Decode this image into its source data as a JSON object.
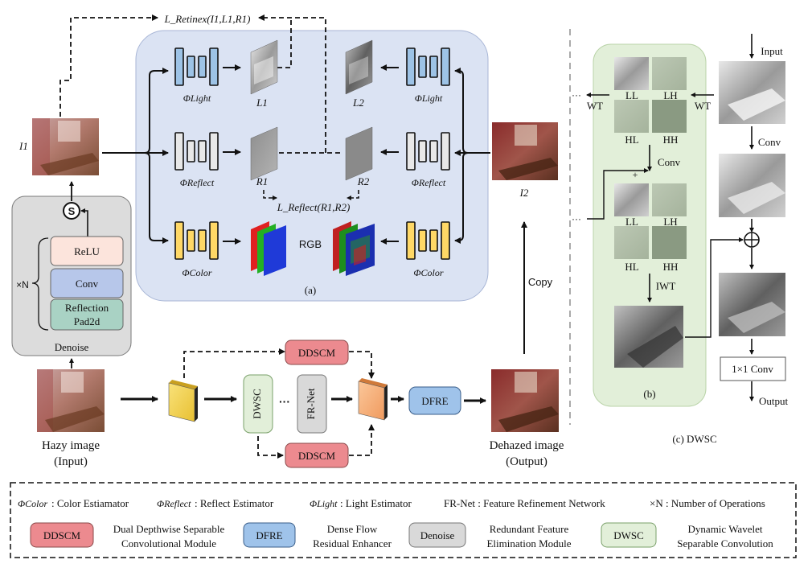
{
  "panel_a": {
    "loss_retinex": "L_Retinex(I1,L1,R1)",
    "phi_light_left": "ΦLight",
    "phi_reflect_left": "ΦReflect",
    "phi_color_left": "ΦColor",
    "phi_light_right": "ΦLight",
    "phi_reflect_right": "ΦReflect",
    "phi_color_right": "ΦColor",
    "l1": "L1",
    "l2": "L2",
    "r1": "R1",
    "r2": "R2",
    "loss_reflect": "L_Reflect(R1,R2)",
    "rgb": "RGB",
    "caption": "(a)",
    "i1": "I1",
    "i2": "I2"
  },
  "denoise": {
    "s": "S",
    "relu": "ReLU",
    "conv": "Conv",
    "reflection": "Reflection",
    "pad2d": "Pad2d",
    "xn": "×N",
    "title": "Denoise"
  },
  "pipeline": {
    "hazy1": "Hazy image",
    "hazy2": "(Input)",
    "ddscm_top": "DDSCM",
    "ddscm_bottom": "DDSCM",
    "dwsc": "DWSC",
    "dots": "···",
    "frnet": "FR-Net",
    "dfre": "DFRE",
    "dehazed1": "Dehazed image",
    "dehazed2": "(Output)",
    "copy": "Copy"
  },
  "panel_b": {
    "ll1": "LL",
    "lh1": "LH",
    "hl1": "HL",
    "hh1": "HH",
    "wt_left": "WT",
    "wt_right": "WT",
    "conv": "Conv",
    "plus": "+",
    "ll2": "LL",
    "lh2": "LH",
    "hl2": "HL",
    "hh2": "HH",
    "iwt": "IWT",
    "caption": "(b)"
  },
  "panel_c": {
    "input": "Input",
    "conv": "Conv",
    "conv1x1": "1×1 Conv",
    "output": "Output",
    "caption": "(c) DWSC"
  },
  "legend": {
    "color_sym": "ΦColor",
    "color_txt": ": Color Estiamator",
    "reflect_sym": "ΦReflect",
    "reflect_txt": ": Reflect Estimator",
    "light_sym": "ΦLight",
    "light_txt": ": Light Estimator",
    "frnet_txt": "FR-Net : Feature Refinement Network",
    "xn_txt": "×N : Number of Operations",
    "ddscm_chip": "DDSCM",
    "ddscm_l1": "Dual Depthwise Separable",
    "ddscm_l2": "Convolutional Module",
    "dfre_chip": "DFRE",
    "dfre_l1": "Dense Flow",
    "dfre_l2": "Residual Enhancer",
    "denoise_chip": "Denoise",
    "denoise_l1": "Redundant Feature",
    "denoise_l2": "Elimination Module",
    "dwsc_chip": "DWSC",
    "dwsc_l1": "Dynamic Wavelet",
    "dwsc_l2": "Separable Convolution"
  },
  "colors": {
    "panel_a_bg": "#dbe3f3",
    "denoise_bg": "#dcdcdc",
    "panel_b_bg": "#e2efd9",
    "ddscm": "#ec8a8f",
    "dfre": "#9fc3ea",
    "dwsc": "#e2efd9",
    "relu": "#fce4dc",
    "conv": "#b7c7ea",
    "reflection": "#a9d2c4",
    "light_net": "#9dc3e6",
    "reflect_net": "#e8e8e8",
    "color_net": "#ffd866"
  }
}
